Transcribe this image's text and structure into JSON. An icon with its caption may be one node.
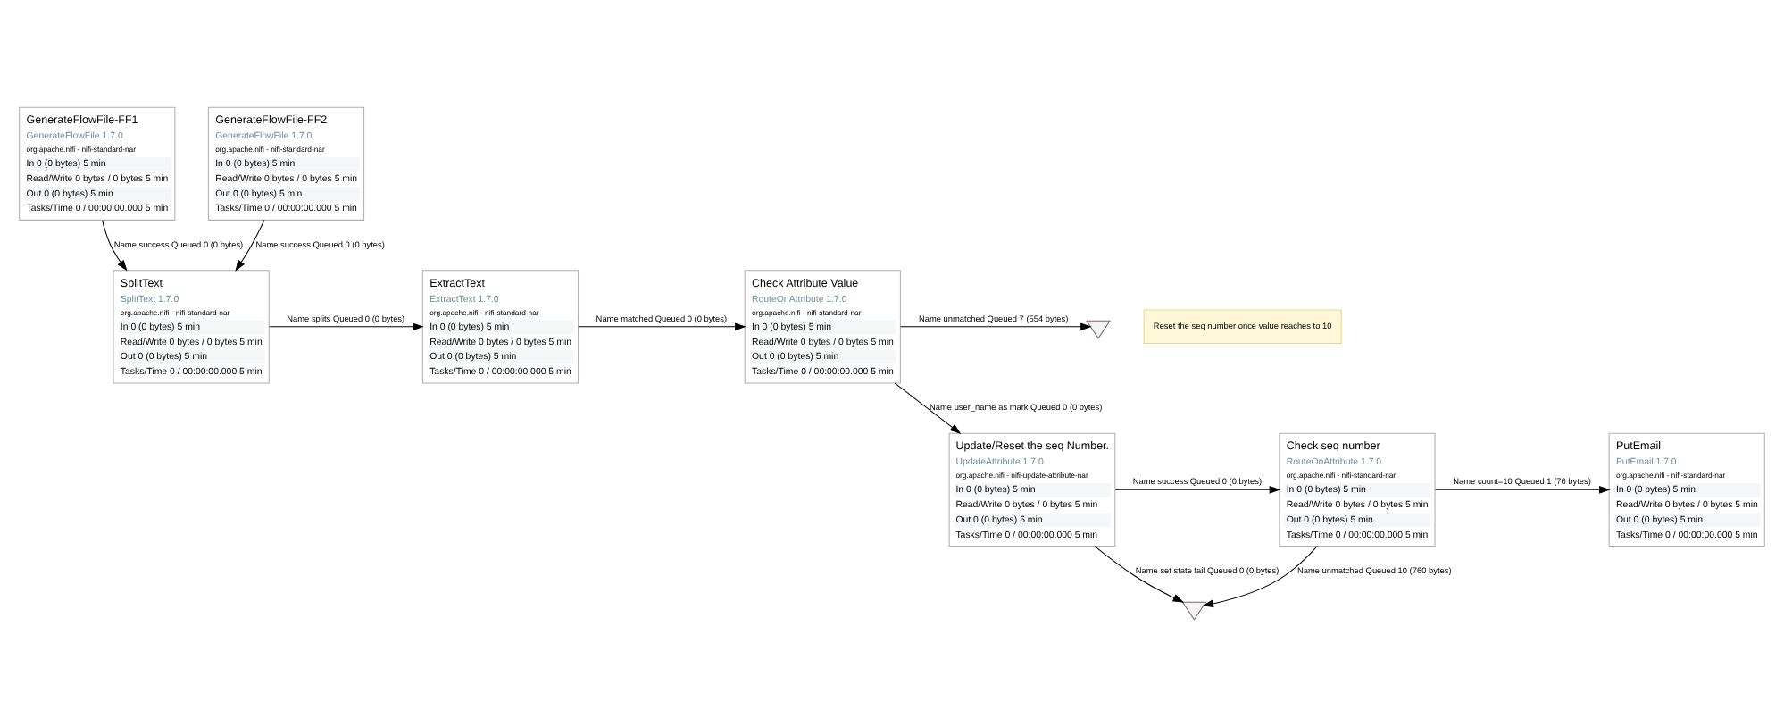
{
  "diagram": {
    "nodes": [
      {
        "text": [
          "GenerateFlowFile-FF1",
          "GenerateFlowFile 1.7.0",
          "org.apache.nifi - nifi-standard-nar",
          "In 0 (0 bytes) 5 min",
          "Read/Write 0 bytes / 0 bytes 5 min",
          "Out 0 (0 bytes) 5 min",
          "Tasks/Time 0 / 00:00:00.000 5 min"
        ]
      },
      {
        "text": [
          "GenerateFlowFile-FF2",
          "GenerateFlowFile 1.7.0",
          "org.apache.nifi - nifi-standard-nar",
          "In 0 (0 bytes) 5 min",
          "Read/Write 0 bytes / 0 bytes 5 min",
          "Out 0 (0 bytes) 5 min",
          "Tasks/Time 0 / 00:00:00.000 5 min"
        ]
      },
      {
        "text": [
          "SplitText",
          "SplitText 1.7.0",
          "org.apache.nifi - nifi-standard-nar",
          "In 0 (0 bytes) 5 min",
          "Read/Write 0 bytes / 0 bytes 5 min",
          "Out 0 (0 bytes) 5 min",
          "Tasks/Time 0 / 00:00:00.000 5 min"
        ]
      },
      {
        "text": [
          "ExtractText",
          "ExtractText 1.7.0",
          "org.apache.nifi - nifi-standard-nar",
          "In 0 (0 bytes) 5 min",
          "Read/Write 0 bytes / 0 bytes 5 min",
          "Out 0 (0 bytes) 5 min",
          "Tasks/Time 0 / 00:00:00.000 5 min"
        ]
      },
      {
        "text": [
          "Check Attribute Value",
          "RouteOnAttribute 1.7.0",
          "org.apache.nifi - nifi-standard-nar",
          "In 0 (0 bytes) 5 min",
          "Read/Write 0 bytes / 0 bytes 5 min",
          "Out 0 (0 bytes) 5 min",
          "Tasks/Time 0 / 00:00:00.000 5 min"
        ]
      },
      {
        "text": [],
        "shape": "funnel"
      },
      {
        "text": [
          "Update/Reset the seq Number.",
          "UpdateAttribute 1.7.0",
          "org.apache.nifi - nifi-update-attribute-nar",
          "In 0 (0 bytes) 5 min",
          "Read/Write 0 bytes / 0 bytes 5 min",
          "Out 0 (0 bytes) 5 min",
          "Tasks/Time 0 / 00:00:00.000 5 min"
        ]
      },
      {
        "text": [
          "Check seq number",
          "RouteOnAttribute 1.7.0",
          "org.apache.nifi - nifi-standard-nar",
          "In 0 (0 bytes) 5 min",
          "Read/Write 0 bytes / 0 bytes 5 min",
          "Out 0 (0 bytes) 5 min",
          "Tasks/Time 0 / 00:00:00.000 5 min"
        ]
      },
      {
        "text": [
          "PutEmail",
          "PutEmail 1.7.0",
          "org.apache.nifi - nifi-standard-nar",
          "In 0 (0 bytes) 5 min",
          "Read/Write 0 bytes / 0 bytes 5 min",
          "Out 0 (0 bytes) 5 min",
          "Tasks/Time 0 / 00:00:00.000 5 min"
        ]
      },
      {
        "text": [],
        "shape": "funnel"
      }
    ],
    "edges": [
      {
        "from": 0,
        "to": 2,
        "arrow": "to",
        "label": "Name success Queued 0 (0 bytes)"
      },
      {
        "from": 1,
        "to": 2,
        "arrow": "to",
        "label": "Name success Queued 0 (0 bytes)"
      },
      {
        "from": 2,
        "to": 3,
        "arrow": "to",
        "label": "Name splits Queued 0 (0 bytes)"
      },
      {
        "from": 3,
        "to": 4,
        "arrow": "to",
        "label": "Name matched Queued 0 (0 bytes)"
      },
      {
        "from": 4,
        "to": 5,
        "arrow": "to",
        "label": "Name unmatched Queued 7 (554 bytes)"
      },
      {
        "from": 4,
        "to": 6,
        "arrow": "to",
        "label": "Name user_name as mark Queued 0 (0 bytes)"
      },
      {
        "from": 6,
        "to": 7,
        "arrow": "to",
        "label": "Name success Queued 0 (0 bytes)"
      },
      {
        "from": 7,
        "to": 8,
        "arrow": "to",
        "label": "Name count=10 Queued 1 (76 bytes)"
      },
      {
        "from": 6,
        "to": 9,
        "arrow": "to",
        "label": "Name set state fail Queued 0 (0 bytes)"
      },
      {
        "from": 7,
        "to": 9,
        "arrow": "to",
        "label": "Name unmatched Queued 10 (760 bytes)"
      }
    ],
    "labels": [
      "Reset the seq number once value reaches to 10"
    ]
  }
}
